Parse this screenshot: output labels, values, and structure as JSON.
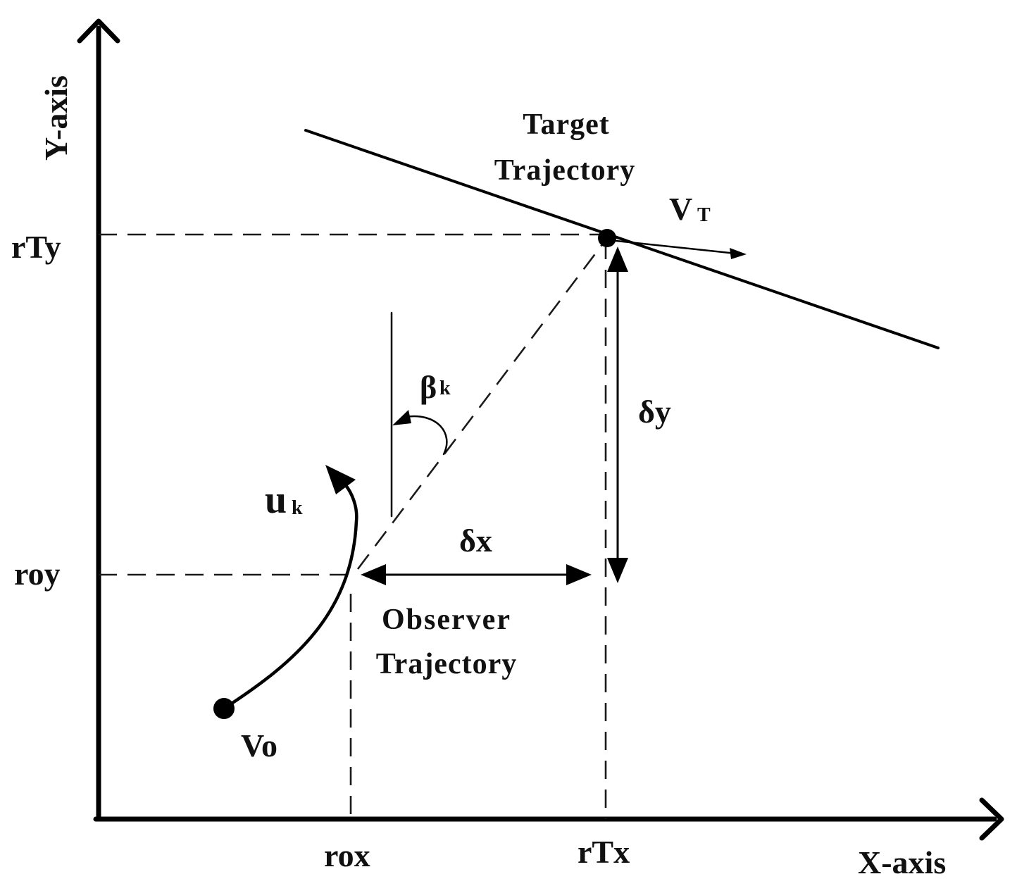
{
  "axes": {
    "x_label": "X-axis",
    "y_label": "Y-axis"
  },
  "ticks": {
    "x": [
      "rox",
      "rTx"
    ],
    "y": [
      "rTy",
      "roy"
    ]
  },
  "labels": {
    "target_trajectory_line1": "Target",
    "target_trajectory_line2": "Trajectory",
    "observer_trajectory_line1": "Observer",
    "observer_trajectory_line2": "Trajectory",
    "target_velocity": "V",
    "target_velocity_sub": "T",
    "observer_velocity": "Vo",
    "control_input": "u",
    "control_input_sub": "k",
    "bearing_angle": "β",
    "bearing_angle_sub": "k",
    "delta_x": "δx",
    "delta_y": "δy"
  }
}
